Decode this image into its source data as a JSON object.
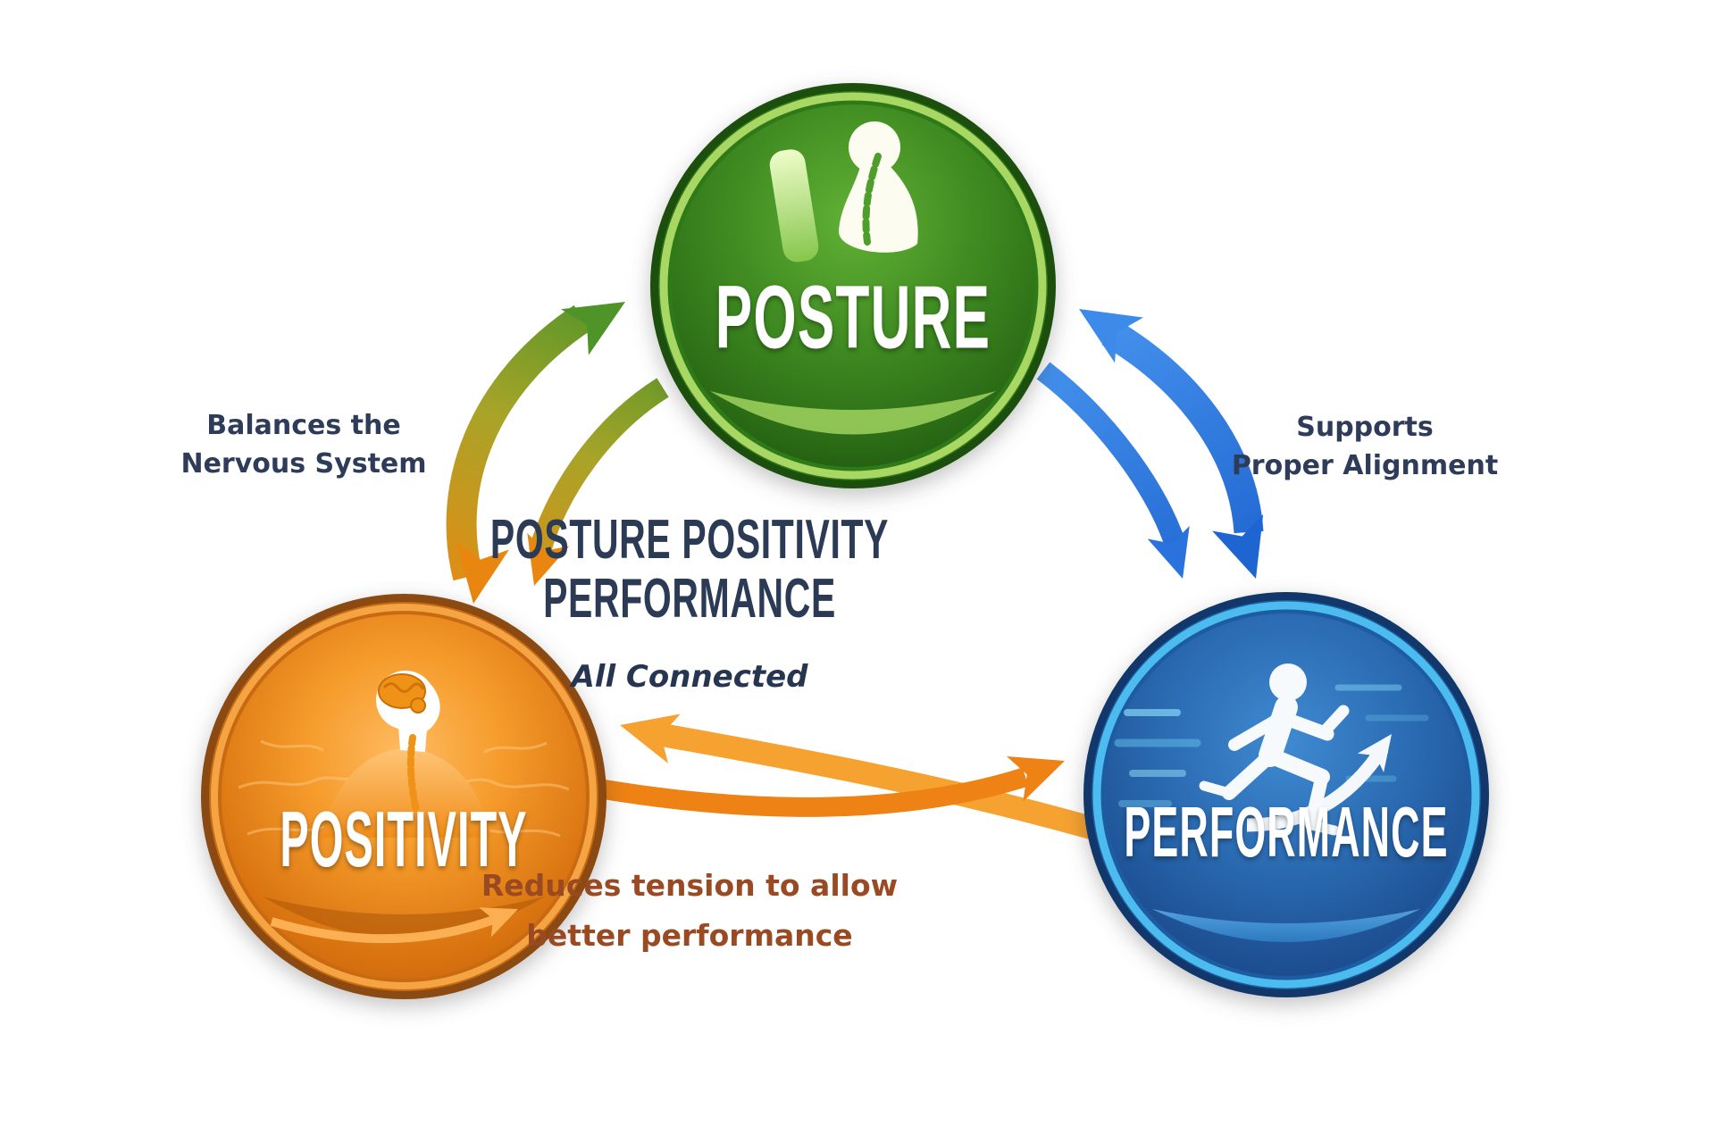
{
  "diagram": {
    "center": {
      "title_line1": "POSTURE POSITIVITY",
      "title_line2": "PERFORMANCE",
      "subtitle": "All Connected",
      "title_color": "#2b3a55"
    },
    "nodes": {
      "posture": {
        "label": "POSTURE",
        "icon": "posture-spine-chair-icon",
        "color": "#3f8a21",
        "ring_color": "#a9d763"
      },
      "positivity": {
        "label": "POSITIVITY",
        "icon": "brain-nervous-system-icon",
        "color": "#e07c10",
        "ring_color": "#f4a443"
      },
      "performance": {
        "label": "PERFORMANCE",
        "icon": "runner-growth-arrow-icon",
        "color": "#2b6cb3",
        "ring_color": "#4cbbee"
      }
    },
    "connections": {
      "posture_positivity": {
        "line1": "Balances the",
        "line2": "Nervous System",
        "direction": "two-way",
        "arrow_color_top": "#4f9429",
        "arrow_color_bottom": "#e8860f"
      },
      "posture_performance": {
        "line1": "Supports",
        "line2": "Proper Alignment",
        "direction": "two-way",
        "arrow_color_top": "#3c8aea",
        "arrow_color_bottom": "#1f65d2"
      },
      "positivity_performance": {
        "line1": "Reduces tension to allow",
        "line2": "better performance",
        "direction": "two-way",
        "arrow_color_top": "#f6a231",
        "arrow_color_bottom": "#ee8214"
      }
    },
    "text_colors": {
      "connection_label": "#2e3c5a",
      "bottom_connection_label": "#9a4a22",
      "badge_label": "#ffffff"
    }
  }
}
